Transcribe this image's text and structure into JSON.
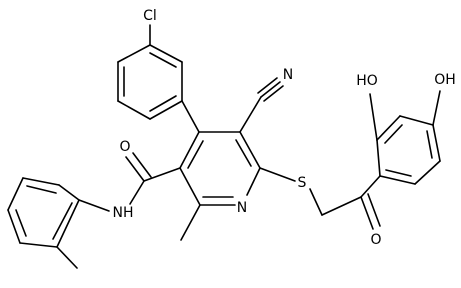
{
  "diagram": {
    "type": "chemical-structure",
    "atom_labels": {
      "chlorine": "Cl",
      "nitrile_nitrogen": "N",
      "hydroxyl_top": "HO",
      "hydroxyl_right": "OH",
      "amide_oxygen": "O",
      "amide_nh": "NH",
      "ring_nitrogen": "N",
      "sulfur": "S",
      "ketone_oxygen": "O"
    },
    "colors": {
      "line": "#000000",
      "background": "#ffffff"
    }
  }
}
